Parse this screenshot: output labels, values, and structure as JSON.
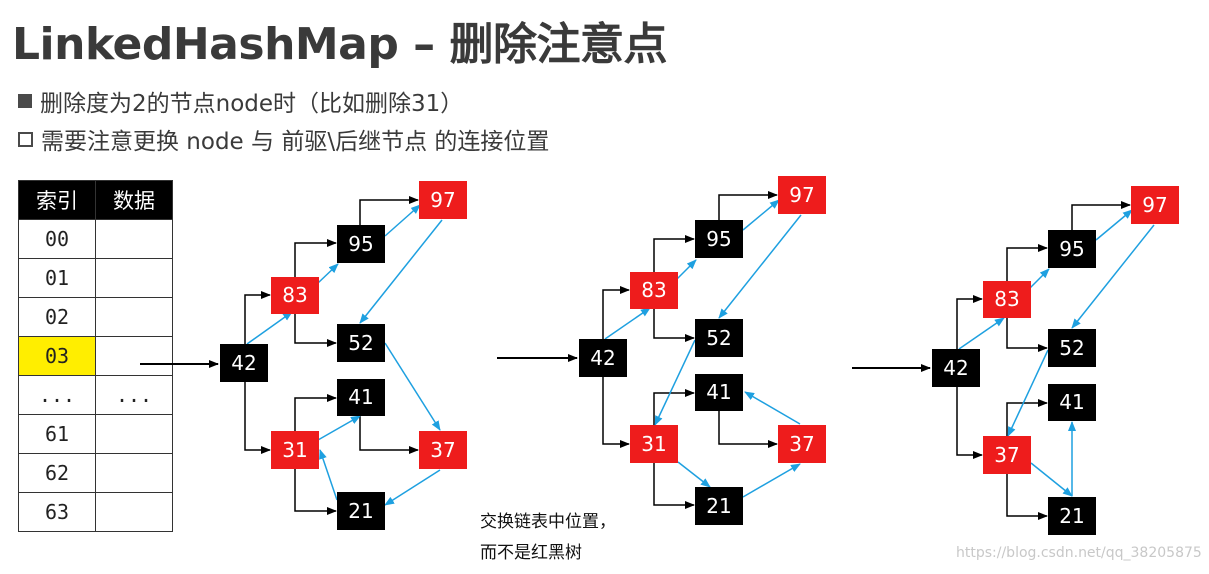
{
  "title": "LinkedHashMap – 删除注意点",
  "bullets": [
    "删除度为2的节点node时（比如删除31）",
    "需要注意更换 node 与 前驱\\后继节点 的连接位置"
  ],
  "table": {
    "headers": [
      "索引",
      "数据"
    ],
    "rows": [
      {
        "index": "00",
        "data": ""
      },
      {
        "index": "01",
        "data": ""
      },
      {
        "index": "02",
        "data": ""
      },
      {
        "index": "03",
        "data": ""
      },
      {
        "index": "...",
        "data": "..."
      },
      {
        "index": "61",
        "data": ""
      },
      {
        "index": "62",
        "data": ""
      },
      {
        "index": "63",
        "data": ""
      }
    ]
  },
  "colors": {
    "black_node": "#000000",
    "red_node": "#ee1c1c",
    "tree_edge": "#000000",
    "link_edge": "#1ea0e0",
    "highlight": "#ffee00"
  },
  "trees": [
    {
      "nodes": [
        {
          "id": "a42",
          "label": "42",
          "color": "black"
        },
        {
          "id": "a83",
          "label": "83",
          "color": "red"
        },
        {
          "id": "a95",
          "label": "95",
          "color": "black"
        },
        {
          "id": "a97",
          "label": "97",
          "color": "red"
        },
        {
          "id": "a52",
          "label": "52",
          "color": "black"
        },
        {
          "id": "a41",
          "label": "41",
          "color": "black"
        },
        {
          "id": "a31",
          "label": "31",
          "color": "red"
        },
        {
          "id": "a37",
          "label": "37",
          "color": "red"
        },
        {
          "id": "a21",
          "label": "21",
          "color": "black"
        }
      ]
    },
    {
      "nodes": [
        {
          "id": "b42",
          "label": "42",
          "color": "black"
        },
        {
          "id": "b83",
          "label": "83",
          "color": "red"
        },
        {
          "id": "b95",
          "label": "95",
          "color": "black"
        },
        {
          "id": "b97",
          "label": "97",
          "color": "red"
        },
        {
          "id": "b52",
          "label": "52",
          "color": "black"
        },
        {
          "id": "b41",
          "label": "41",
          "color": "black"
        },
        {
          "id": "b31",
          "label": "31",
          "color": "red"
        },
        {
          "id": "b37",
          "label": "37",
          "color": "red"
        },
        {
          "id": "b21",
          "label": "21",
          "color": "black"
        }
      ]
    },
    {
      "nodes": [
        {
          "id": "c42",
          "label": "42",
          "color": "black"
        },
        {
          "id": "c83",
          "label": "83",
          "color": "red"
        },
        {
          "id": "c95",
          "label": "95",
          "color": "black"
        },
        {
          "id": "c97",
          "label": "97",
          "color": "red"
        },
        {
          "id": "c52",
          "label": "52",
          "color": "black"
        },
        {
          "id": "c41",
          "label": "41",
          "color": "black"
        },
        {
          "id": "c37",
          "label": "37",
          "color": "red"
        },
        {
          "id": "c21",
          "label": "21",
          "color": "black"
        }
      ]
    }
  ],
  "note_lines": [
    "交换链表中位置，",
    "而不是红黑树"
  ],
  "watermark": "https://blog.csdn.net/qq_38205875"
}
